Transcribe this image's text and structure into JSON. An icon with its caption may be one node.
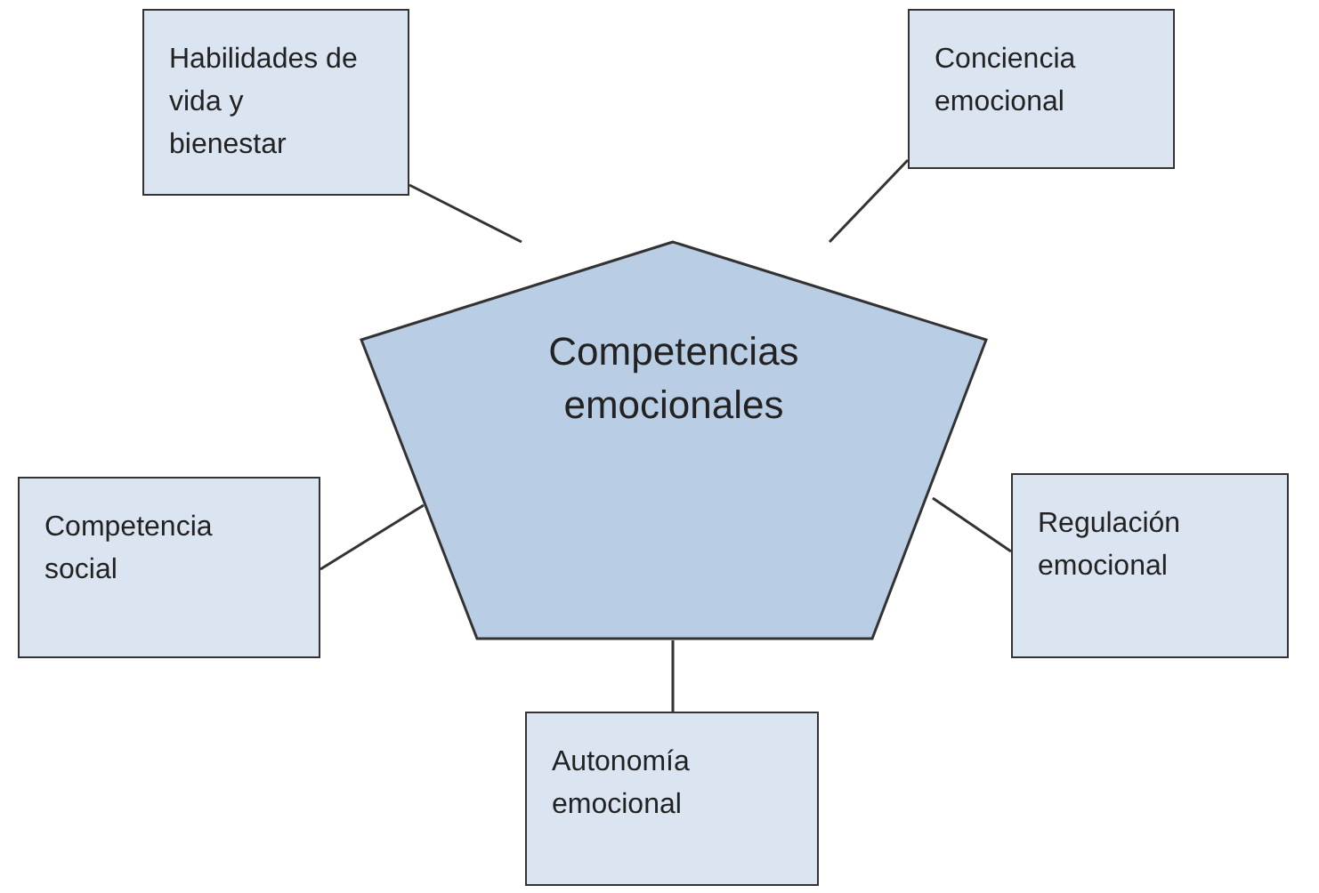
{
  "diagram": {
    "nodes": [
      {
        "text": [
          "Habilidades de vida y bienestar"
        ]
      },
      {
        "text": [
          "Conciencia emocional"
        ]
      },
      {
        "text": [
          "Competencias emocionales"
        ]
      },
      {
        "text": [
          "Competencia social"
        ]
      },
      {
        "text": [
          "Regulación emocional"
        ]
      },
      {
        "text": [
          "Autonomía emocional"
        ]
      }
    ],
    "edges": [
      {
        "from": 2,
        "to": 0,
        "arrow": "none"
      },
      {
        "from": 2,
        "to": 1,
        "arrow": "none"
      },
      {
        "from": 2,
        "to": 3,
        "arrow": "none"
      },
      {
        "from": 2,
        "to": 4,
        "arrow": "none"
      },
      {
        "from": 2,
        "to": 5,
        "arrow": "none"
      }
    ]
  }
}
